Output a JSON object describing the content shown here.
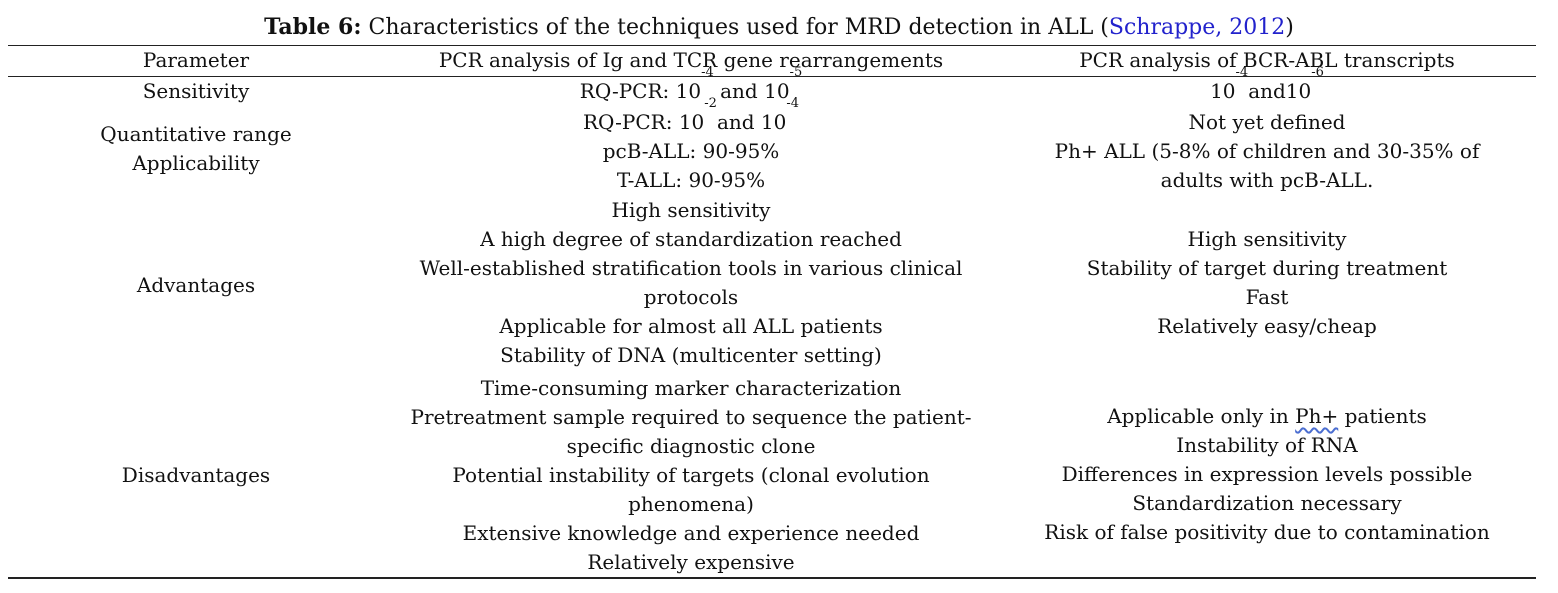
{
  "caption": {
    "label": "Table 6:",
    "text": " Characteristics of the techniques used for MRD detection in ALL (",
    "citation": "Schrappe, 2012",
    "close": ")"
  },
  "headers": {
    "parameter": "Parameter",
    "ig_tcr": "PCR analysis of Ig and TCR gene rearrangements",
    "bcr_abl": "PCR analysis of BCR-ABL transcripts"
  },
  "sensitivity": {
    "label": "Sensitivity",
    "ig_tcr": {
      "prefix": "RQ-PCR: 10",
      "exp1": "-4",
      "mid": " and 10",
      "exp2": "-5"
    },
    "bcr_abl": {
      "prefix": "10",
      "exp1": "-4",
      "mid": "and10",
      "exp2": "-6"
    }
  },
  "range": {
    "label": "Quantitative range",
    "ig_tcr": {
      "prefix": "RQ-PCR: 10",
      "exp1": "-2",
      "mid": "and 10",
      "exp2": "-4"
    },
    "bcr_abl": "Not yet defined"
  },
  "applicability": {
    "label": "Applicability",
    "ig_tcr": [
      "pcB-ALL: 90-95%",
      "T-ALL: 90-95%"
    ],
    "bcr_abl": [
      "Ph+ ALL (5-8% of children and 30-35% of",
      "adults with pcB-ALL."
    ]
  },
  "advantages": {
    "label": "Advantages",
    "ig_tcr": [
      "High sensitivity",
      "A high degree of standardization reached",
      "Well-established stratification tools in various clinical",
      "protocols",
      "Applicable for almost all ALL patients",
      "Stability of DNA (multicenter setting)"
    ],
    "bcr_abl": [
      "High sensitivity",
      "Stability of target during treatment",
      "Fast",
      "Relatively easy/cheap"
    ]
  },
  "disadvantages": {
    "label": "Disadvantages",
    "ig_tcr": [
      "Time-consuming marker characterization",
      "Pretreatment sample required to sequence the patient-",
      "specific diagnostic clone",
      "Potential instability of targets (clonal evolution",
      "phenomena)",
      "Extensive knowledge and experience needed",
      "Relatively expensive"
    ],
    "bcr_abl_first": {
      "before": "Applicable only in ",
      "ph": "Ph+",
      "after": " patients"
    },
    "bcr_abl": [
      "Instability of RNA",
      "Differences in expression levels possible",
      "Standardization necessary",
      "Risk of false positivity due to contamination"
    ]
  }
}
